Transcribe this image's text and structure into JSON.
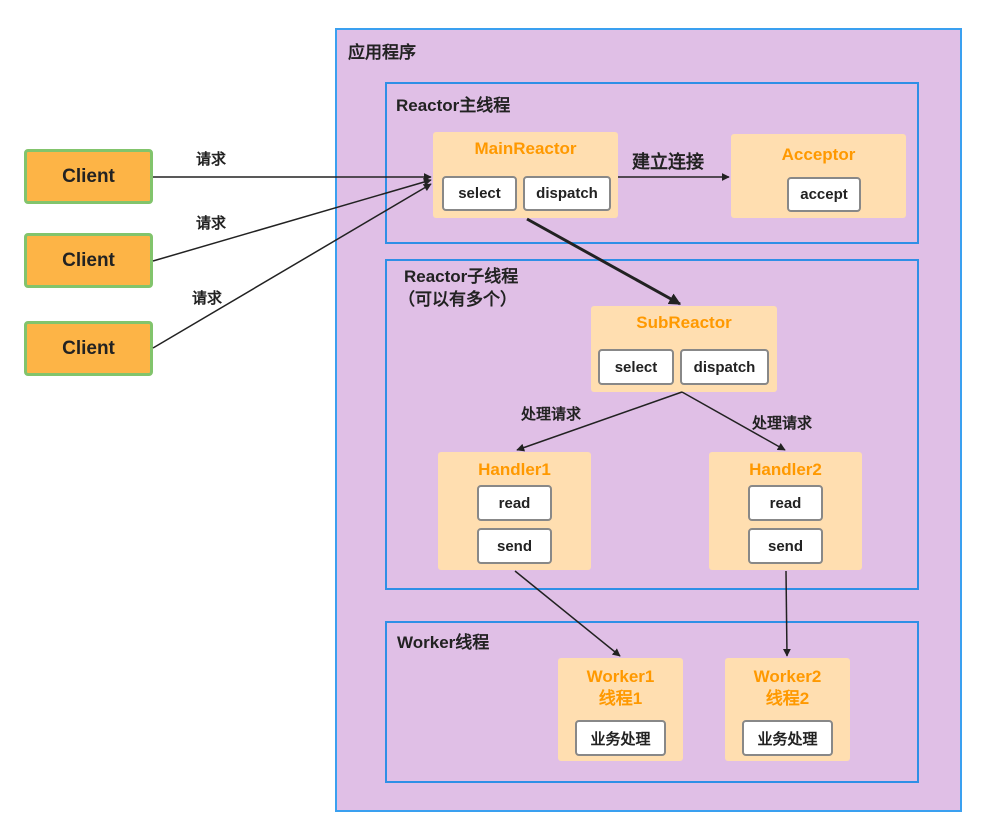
{
  "clients": [
    "Client",
    "Client",
    "Client"
  ],
  "client_edges": [
    "请求",
    "请求",
    "请求"
  ],
  "app": {
    "title": "应用程序"
  },
  "main_group": {
    "title": "Reactor主线程"
  },
  "main_reactor": {
    "title": "MainReactor",
    "buttons": [
      "select",
      "dispatch"
    ]
  },
  "connect_label": "建立连接",
  "acceptor": {
    "title": "Acceptor",
    "button": "accept"
  },
  "sub_group": {
    "title_line1": "Reactor子线程",
    "title_line2": "（可以有多个）"
  },
  "sub_reactor": {
    "title": "SubReactor",
    "buttons": [
      "select",
      "dispatch"
    ]
  },
  "handle_edges": [
    "处理请求",
    "处理请求"
  ],
  "handlers": [
    {
      "title": "Handler1",
      "buttons": [
        "read",
        "send"
      ]
    },
    {
      "title": "Handler2",
      "buttons": [
        "read",
        "send"
      ]
    }
  ],
  "worker_group": {
    "title": "Worker线程"
  },
  "workers": [
    {
      "title_line1": "Worker1",
      "title_line2": "线程1",
      "button": "业务处理"
    },
    {
      "title_line1": "Worker2",
      "title_line2": "线程2",
      "button": "业务处理"
    }
  ],
  "colors": {
    "client_fill": "#fdb446",
    "client_border": "#82c46c",
    "app_fill": "#e0bfe6",
    "group_border": "#2f8fe6",
    "component_fill": "#ffdeb0",
    "component_title": "#ff9900"
  }
}
